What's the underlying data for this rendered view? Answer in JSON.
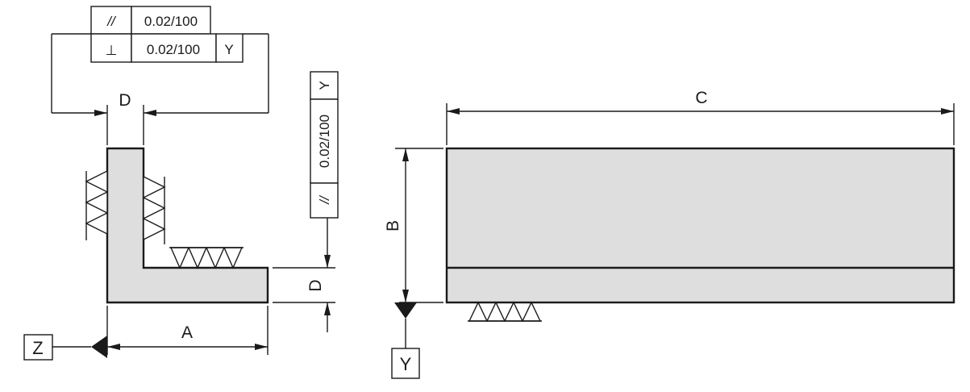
{
  "dimensions": {
    "a": "A",
    "b": "B",
    "c": "C",
    "d_top": "D",
    "d_side": "D"
  },
  "datums": {
    "z": "Z",
    "y": "Y"
  },
  "tolerance_frames": {
    "parallelism_top": {
      "symbol": "//",
      "value": "0.02/100"
    },
    "perpendicularity": {
      "symbol": "⊥",
      "value": "0.02/100",
      "datum": "Y"
    },
    "parallelism_vertical": {
      "symbol": "//",
      "value": "0.02/100",
      "datum": "Y"
    }
  },
  "colors": {
    "part_fill": "#dedede",
    "line": "#1a1a1a"
  }
}
